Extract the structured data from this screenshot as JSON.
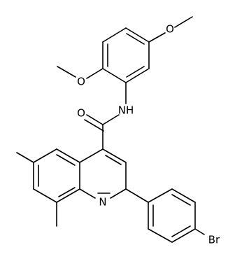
{
  "structure": {
    "atoms": {
      "o_methoxy_top": "O",
      "o_methoxy_left": "O",
      "nh_amide": "NH",
      "o_carbonyl": "O",
      "n_quinoline": "N",
      "br": "Br"
    }
  }
}
